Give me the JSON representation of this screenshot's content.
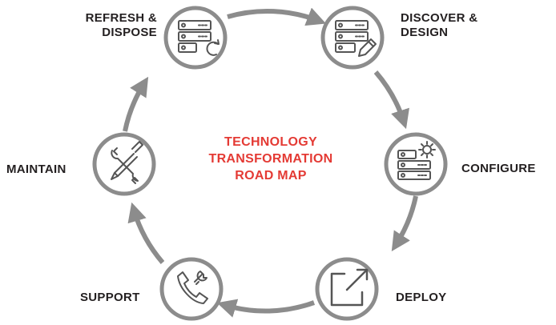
{
  "colors": {
    "ring": "#8c8c8c",
    "icon_stroke": "#555555",
    "node_fill": "#ffffff",
    "label": "#231f20",
    "title": "#e43a34"
  },
  "title": {
    "line1": "TECHNOLOGY",
    "line2": "TRANSFORMATION",
    "line3": "ROAD MAP"
  },
  "stages": {
    "refresh": {
      "label": "REFRESH &\nDISPOSE",
      "icon": "server-refresh-icon"
    },
    "discover": {
      "label": "DISCOVER &\nDESIGN",
      "icon": "server-pencil-icon"
    },
    "configure": {
      "label": "CONFIGURE",
      "icon": "server-gear-icon"
    },
    "deploy": {
      "label": "DEPLOY",
      "icon": "external-link-icon"
    },
    "support": {
      "label": "SUPPORT",
      "icon": "phone-wrench-icon"
    },
    "maintain": {
      "label": "MAINTAIN",
      "icon": "wrench-screwdriver-icon"
    }
  }
}
